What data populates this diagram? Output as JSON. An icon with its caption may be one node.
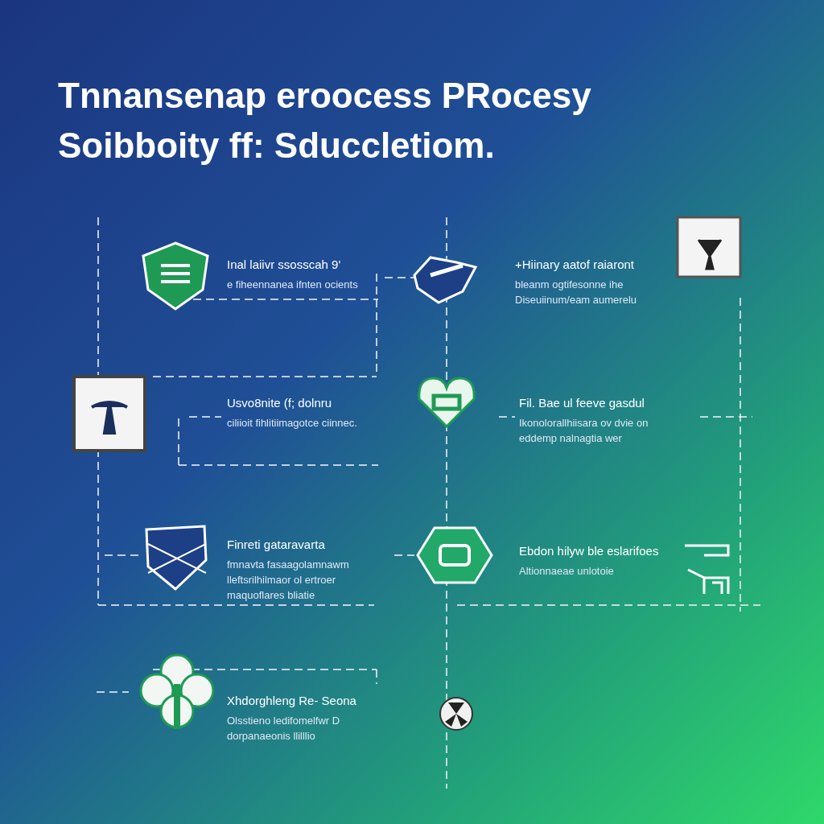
{
  "diagram": {
    "title": "Tnnansenap eroocess PRocesy Soibboity ff: Sduccletiom.",
    "nodes": [
      {
        "text": [],
        "shape": "picture",
        "beside": [
          "Inal laiivr ssosscah 9'",
          "e fiheennanea ifnten ocients"
        ]
      },
      {
        "text": [],
        "shape": "picture",
        "beside": [
          "+Hiinary aatof raiaront",
          "bleanm ogtifesonne ihe Diseuiinum/eam aumerelu"
        ]
      },
      {
        "text": [],
        "shape": "picture"
      },
      {
        "text": [],
        "shape": "picture",
        "beside": [
          "Usvo8nite (f; dolnru",
          "ciliioit fihlitiimagotce ciinnec."
        ]
      },
      {
        "text": [],
        "shape": "picture",
        "beside": [
          "Fil. Bae ul feeve gasdul",
          "Ikonolorallhiisara ov dvie on eddemp nalnagtia wer"
        ]
      },
      {
        "text": [],
        "shape": "picture",
        "beside": [
          "Finreti gataravarta",
          "fmnavta fasaagolamnawm lleftsrilhilmaor ol ertroer maquoflares bliatie"
        ]
      },
      {
        "text": [],
        "shape": "picture",
        "beside": [
          "Ebdon hilyw ble eslarifoes",
          "Altionnaeae unlotoie"
        ]
      },
      {
        "text": [],
        "shape": "picture"
      },
      {
        "text": [],
        "shape": "picture",
        "beside": [
          "Xhdorghleng Re- Seona",
          "Olsstieno ledifomelfwr D dorpanaeonis llilllio"
        ]
      },
      {
        "text": [],
        "shape": "picture"
      }
    ]
  }
}
